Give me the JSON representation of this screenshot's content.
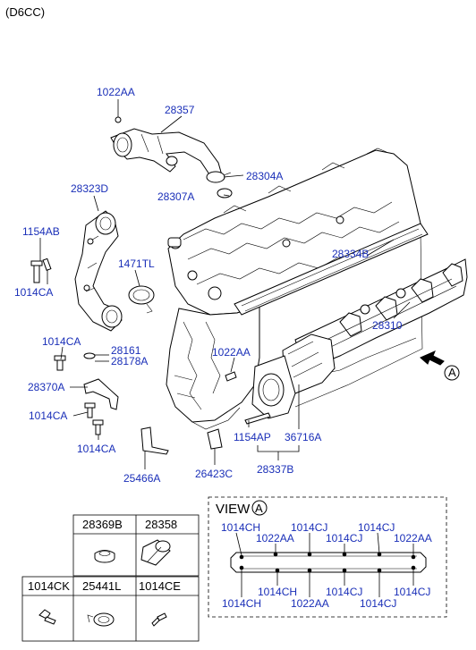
{
  "engine_code": "(D6CC)",
  "callouts": {
    "c_1022AA_top": "1022AA",
    "c_28357": "28357",
    "c_28304A": "28304A",
    "c_28307A": "28307A",
    "c_28323D": "28323D",
    "c_1154AB": "1154AB",
    "c_1471TL": "1471TL",
    "c_1014CA_1": "1014CA",
    "c_28334B": "28334B",
    "c_1014CA_2": "1014CA",
    "c_28161": "28161",
    "c_28178A": "28178A",
    "c_1022AA_mid": "1022AA",
    "c_28310": "28310",
    "c_28370A": "28370A",
    "c_1014CA_3": "1014CA",
    "c_1154AP": "1154AP",
    "c_36716A": "36716A",
    "c_1014CA_4": "1014CA",
    "c_25466A": "25466A",
    "c_26423C": "26423C",
    "c_28337B": "28337B"
  },
  "view_marker": "A",
  "view_box": {
    "title": "VIEW",
    "marker": "A",
    "labels_top": [
      "1014CH",
      "1022AA",
      "1014CJ",
      "1014CJ",
      "1014CJ",
      "1022AA"
    ],
    "labels_bottom": [
      "1014CH",
      "1014CH",
      "1022AA",
      "1014CJ",
      "1014CJ",
      "1014CJ"
    ]
  },
  "parts_table": {
    "row1": [
      "28369B",
      "28358"
    ],
    "row2": [
      "1014CK",
      "25441L",
      "1014CE"
    ]
  }
}
